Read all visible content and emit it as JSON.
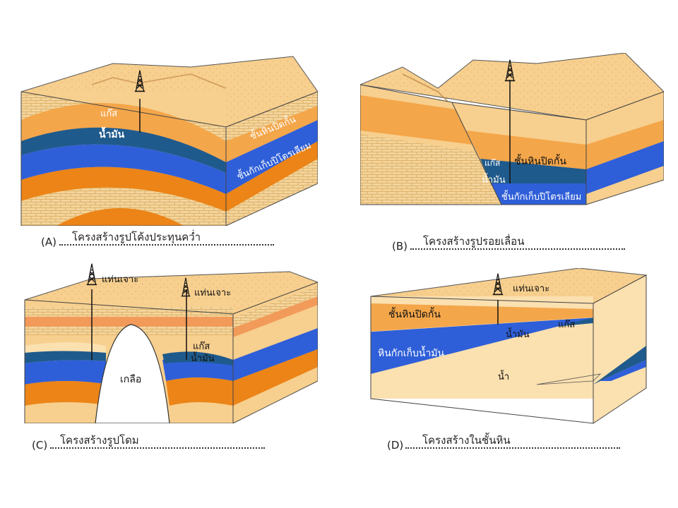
{
  "colors": {
    "sand": "#f7cf8e",
    "sand_light": "#fbe0b0",
    "cap_rock": "#f4a64a",
    "oil": "#1f5a8c",
    "reservoir": "#2f5fd8",
    "orange": "#ec8417",
    "brick": "#f3d49c",
    "salt": "#ffffff"
  },
  "panels": {
    "a": {
      "letter": "(A)",
      "caption": "โครงสร้างรูปโค้งประทุนคว่ำ",
      "gas": "แก๊ส",
      "oil": "น้ำมัน",
      "cap_rock": "ชั้นหินปิดกั้น",
      "reservoir": "ชั้นกักเก็บปิโตรเลียม",
      "icon": "oil-derrick-icon"
    },
    "b": {
      "letter": "(B)",
      "caption": "โครงสร้างรูปรอยเลื่อน",
      "gas": "แก๊ส",
      "oil": "น้ำมัน",
      "cap_rock": "ชั้นหินปิดกั้น",
      "reservoir": "ชั้นกักเก็บปิโตรเลียม",
      "icon": "oil-derrick-icon"
    },
    "c": {
      "letter": "(C)",
      "caption": "โครงสร้างรูปโดม",
      "rig1": "แท่นเจาะ",
      "rig2": "แท่นเจาะ",
      "gas": "แก๊ส",
      "oil": "น้ำมัน",
      "salt": "เกลือ",
      "icon": "oil-derrick-icon"
    },
    "d": {
      "letter": "(D)",
      "caption": "โครงสร้างในชั้นหิน",
      "rig": "แท่นเจาะ",
      "cap_rock": "ชั้นหินปิดกั้น",
      "oil": "น้ำมัน",
      "gas": "แก๊ส",
      "reservoir": "หินกักเก็บน้ำมัน",
      "water": "น้ำ",
      "icon": "oil-derrick-icon"
    }
  }
}
